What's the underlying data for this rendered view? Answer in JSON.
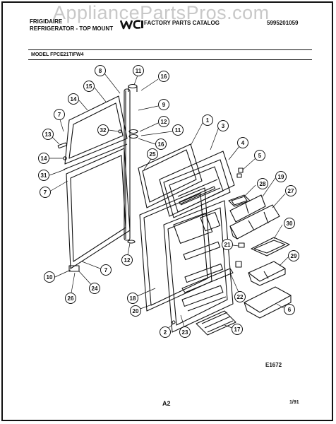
{
  "header": {
    "brand": "FRIGIDAIRE",
    "category": "REFRIGERATOR - TOP MOUNT",
    "catalog_title": "FACTORY PARTS CATALOG",
    "catalog_number": "5995201059",
    "logo_text": "WCI",
    "model": "MODEL FPCE21TIFW4"
  },
  "watermark": "AppliancePartsPros.com",
  "footer": {
    "figure_code": "E1672",
    "page": "A2",
    "date": "1/91"
  },
  "callouts": [
    {
      "id": "c8a",
      "num": "8"
    },
    {
      "id": "c11a",
      "num": "11"
    },
    {
      "id": "c16a",
      "num": "16"
    },
    {
      "id": "c15",
      "num": "15"
    },
    {
      "id": "c14a",
      "num": "14"
    },
    {
      "id": "c9",
      "num": "9"
    },
    {
      "id": "c7a",
      "num": "7"
    },
    {
      "id": "c12a",
      "num": "12"
    },
    {
      "id": "c1",
      "num": "1"
    },
    {
      "id": "c3",
      "num": "3"
    },
    {
      "id": "c32",
      "num": "32"
    },
    {
      "id": "c11b",
      "num": "11"
    },
    {
      "id": "c13",
      "num": "13"
    },
    {
      "id": "c16b",
      "num": "16"
    },
    {
      "id": "c4",
      "num": "4"
    },
    {
      "id": "c14b",
      "num": "14"
    },
    {
      "id": "c25",
      "num": "25"
    },
    {
      "id": "c5",
      "num": "5"
    },
    {
      "id": "c31",
      "num": "31"
    },
    {
      "id": "c19",
      "num": "19"
    },
    {
      "id": "c7b",
      "num": "7"
    },
    {
      "id": "c28",
      "num": "28"
    },
    {
      "id": "c27",
      "num": "27"
    },
    {
      "id": "c30",
      "num": "30"
    },
    {
      "id": "c21",
      "num": "21"
    },
    {
      "id": "c12b",
      "num": "12"
    },
    {
      "id": "c29",
      "num": "29"
    },
    {
      "id": "c7c",
      "num": "7"
    },
    {
      "id": "c10",
      "num": "10"
    },
    {
      "id": "c24",
      "num": "24"
    },
    {
      "id": "c26",
      "num": "26"
    },
    {
      "id": "c18",
      "num": "18"
    },
    {
      "id": "c22",
      "num": "22"
    },
    {
      "id": "c20",
      "num": "20"
    },
    {
      "id": "c6",
      "num": "6"
    },
    {
      "id": "c2",
      "num": "2"
    },
    {
      "id": "c23",
      "num": "23"
    },
    {
      "id": "c17",
      "num": "17"
    }
  ]
}
